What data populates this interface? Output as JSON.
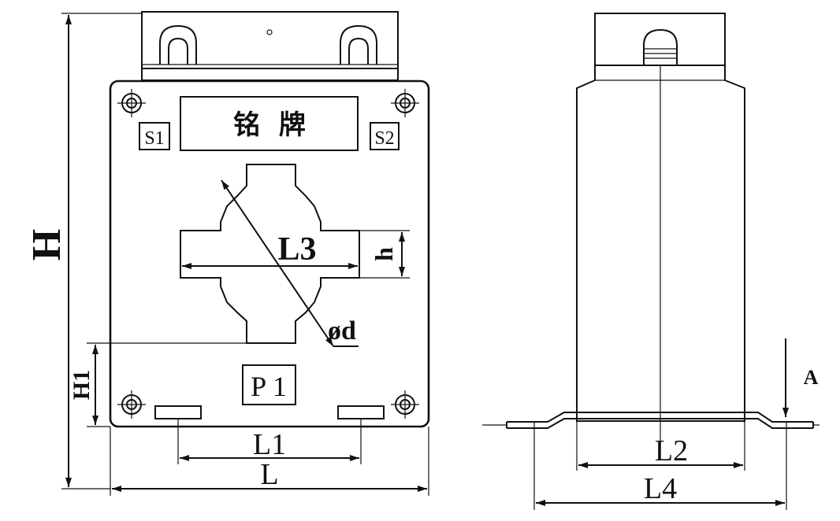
{
  "front_view": {
    "nameplate": "铭  牌",
    "terminal_s1": "S1",
    "terminal_s2": "S2",
    "terminal_p1": "P 1",
    "dim_height": "H",
    "dim_height_h1": "H1",
    "dim_width": "L",
    "dim_mount_spacing": "L1",
    "dim_window_width": "L3",
    "dim_window_height": "h",
    "dim_window_diameter": "ød"
  },
  "side_view": {
    "dim_body_width": "L2",
    "dim_base_width": "L4",
    "view_marker": "A"
  }
}
